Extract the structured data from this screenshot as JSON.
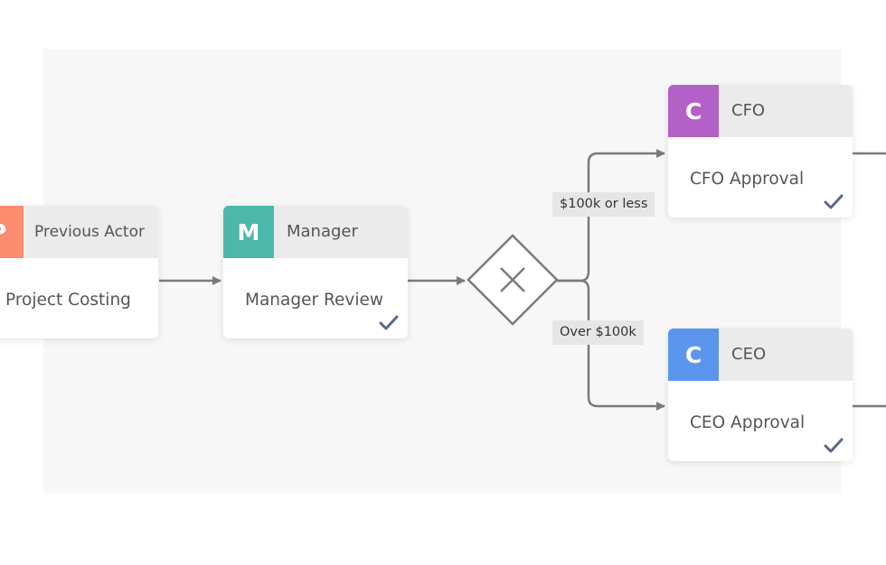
{
  "nodes": {
    "previous": {
      "initial": "P",
      "actor": "Previous Actor",
      "task": "Project Costing",
      "color": "#fb8c6f"
    },
    "manager": {
      "initial": "M",
      "actor": "Manager",
      "task": "Manager Review",
      "color": "#4cb8ac"
    },
    "cfo": {
      "initial": "C",
      "actor": "CFO",
      "task": "CFO Approval",
      "color": "#b461c7"
    },
    "ceo": {
      "initial": "C",
      "actor": "CEO",
      "task": "CEO Approval",
      "color": "#5b95ee"
    }
  },
  "conditions": {
    "upper": "$100k or less",
    "lower": "Over $100k"
  },
  "colors": {
    "connector": "#7a7a7a",
    "check": "#5a6987",
    "panel": "#f7f7f7"
  }
}
